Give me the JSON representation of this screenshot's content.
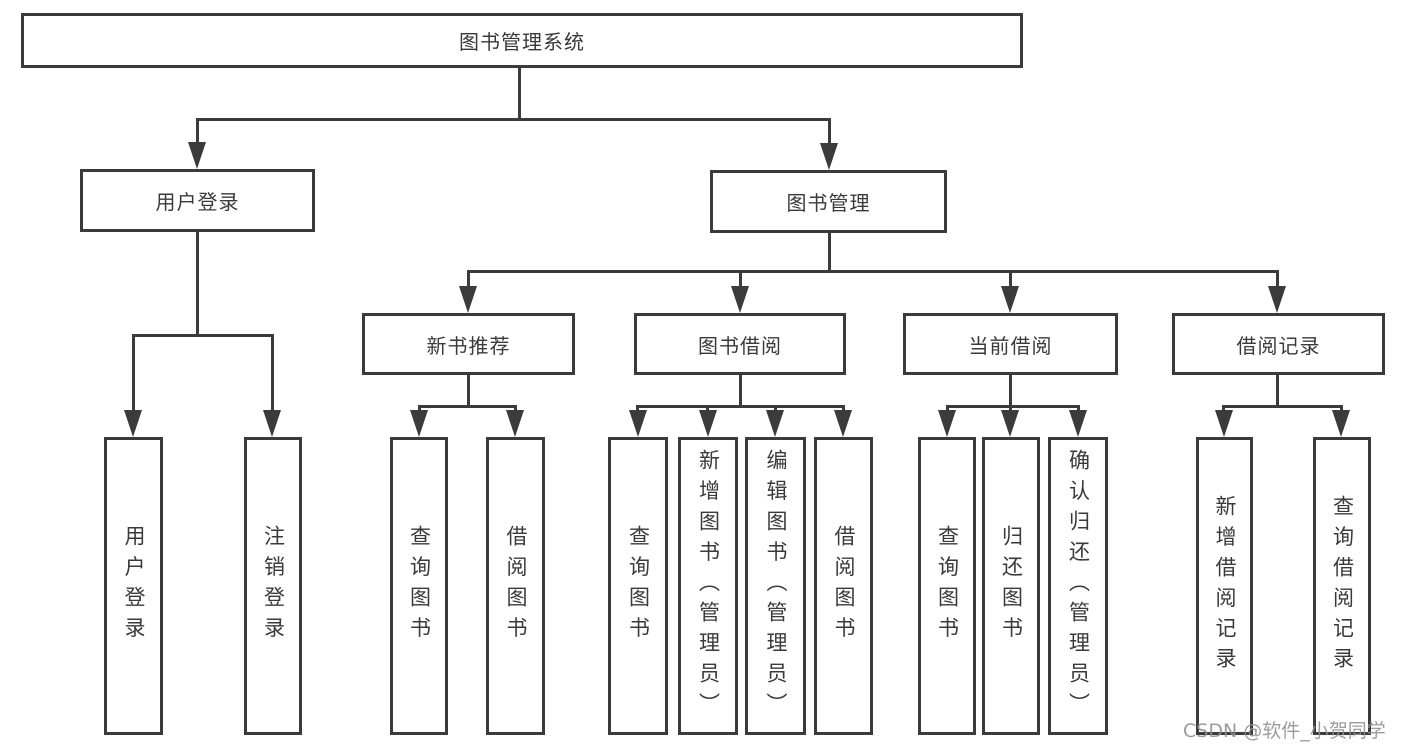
{
  "diagram": {
    "type": "feature-tree",
    "colors": {
      "line": "#3b3b3b",
      "text": "#3a3a3a",
      "background": "#ffffff",
      "watermark": "#919191"
    },
    "watermark": "CSDN @软件_小贺同学",
    "tree": {
      "root": {
        "label": "图书管理系统"
      },
      "branches": [
        {
          "label": "用户登录",
          "leaves": [
            {
              "label": "用户登录"
            },
            {
              "label": "注销登录"
            }
          ]
        },
        {
          "label": "图书管理",
          "groups": [
            {
              "label": "新书推荐",
              "leaves": [
                {
                  "label": "查询图书"
                },
                {
                  "label": "借阅图书"
                }
              ]
            },
            {
              "label": "图书借阅",
              "leaves": [
                {
                  "label": "查询图书"
                },
                {
                  "label": "新增图书（管理员）"
                },
                {
                  "label": "编辑图书（管理员）"
                },
                {
                  "label": "借阅图书"
                }
              ]
            },
            {
              "label": "当前借阅",
              "leaves": [
                {
                  "label": "查询图书"
                },
                {
                  "label": "归还图书"
                },
                {
                  "label": "确认归还（管理员）"
                }
              ]
            },
            {
              "label": "借阅记录",
              "leaves": [
                {
                  "label": "新增借阅记录"
                },
                {
                  "label": "查询借阅记录"
                }
              ]
            }
          ]
        }
      ]
    }
  }
}
